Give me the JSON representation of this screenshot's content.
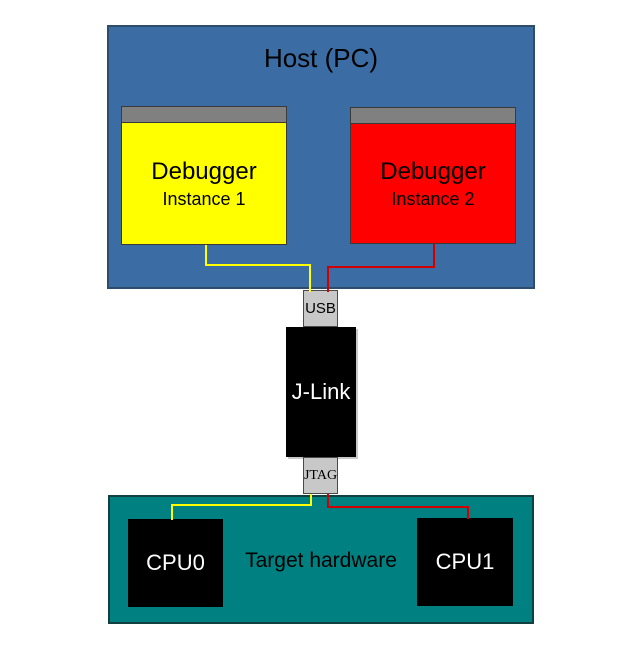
{
  "host": {
    "title": "Host (PC)",
    "windows": [
      {
        "name": "Debugger",
        "instance": "Instance 1"
      },
      {
        "name": "Debugger",
        "instance": "Instance 2"
      }
    ]
  },
  "connectors": {
    "usb": "USB",
    "jtag": "JTAG"
  },
  "jlink": {
    "label": "J-Link"
  },
  "target": {
    "label": "Target hardware",
    "cpus": [
      {
        "label": "CPU0"
      },
      {
        "label": "CPU1"
      }
    ]
  },
  "colors": {
    "host_fill": "#3B6CA4",
    "host_border": "#2E4D6B",
    "target_fill": "#008080",
    "titlebar_gray": "#808080",
    "debugger1_fill": "#FFFF00",
    "debugger2_fill": "#FF0000",
    "connector_fill": "#C8C8C8",
    "jlink_fill": "#000000",
    "cpu_fill": "#000000",
    "cable_yellow": "#FFFF00",
    "cable_red": "#D00000"
  }
}
